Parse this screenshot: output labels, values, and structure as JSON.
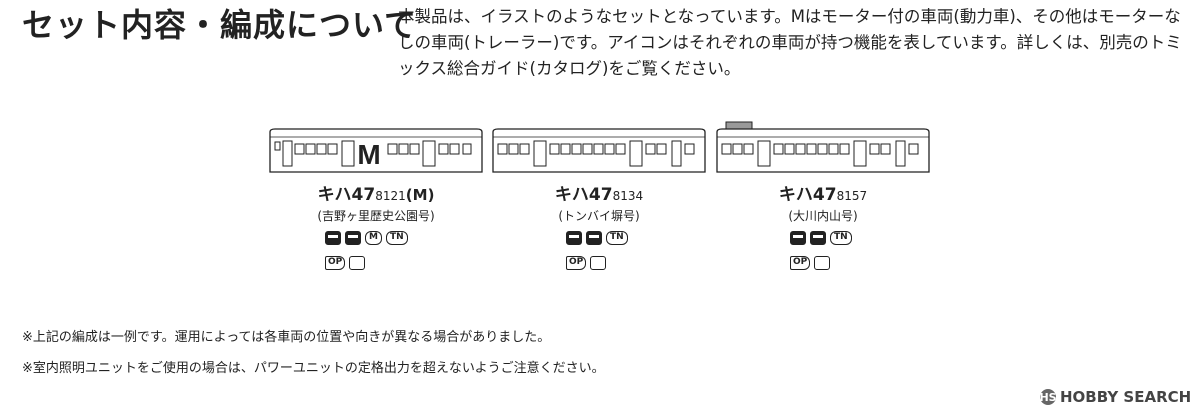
{
  "heading": "セット内容・編成について",
  "description": "本製品は、イラストのようなセットとなっています。Mはモーター付の車両(動力車)、その他はモーターなしの車両(トレーラー)です。アイコンはそれぞれの車両が持つ機能を表しています。詳しくは、別売のトミックス総合ガイド(カタログ)をご覧ください。",
  "cars": [
    {
      "name_a": "キハ47",
      "name_num": "8121",
      "name_tag": "(M)",
      "nickname": "(吉野ヶ里歴史公園号)",
      "motor_mark": "M",
      "icons_row1": [
        "headlight-icon",
        "taillight-icon",
        "M",
        "TN"
      ],
      "icons_row2": [
        "OP",
        "interior-light-icon"
      ]
    },
    {
      "name_a": "キハ47",
      "name_num": "8134",
      "name_tag": "",
      "nickname": "(トンバイ塀号)",
      "motor_mark": "",
      "icons_row1": [
        "headlight-icon",
        "taillight-icon",
        "TN"
      ],
      "icons_row2": [
        "OP",
        "interior-light-icon"
      ]
    },
    {
      "name_a": "キハ47",
      "name_num": "8157",
      "name_tag": "",
      "nickname": "(大川内山号)",
      "motor_mark": "",
      "icons_row1": [
        "headlight-icon",
        "taillight-icon",
        "TN"
      ],
      "icons_row2": [
        "OP",
        "interior-light-icon"
      ]
    }
  ],
  "notes": [
    "※上記の編成は一例です。運用によっては各車両の位置や向きが異なる場合がありました。",
    "※室内照明ユニットをご使用の場合は、パワーユニットの定格出力を超えないようご注意ください。"
  ],
  "watermark": "HOBBY SEARCH",
  "watermark_mark": "HS"
}
